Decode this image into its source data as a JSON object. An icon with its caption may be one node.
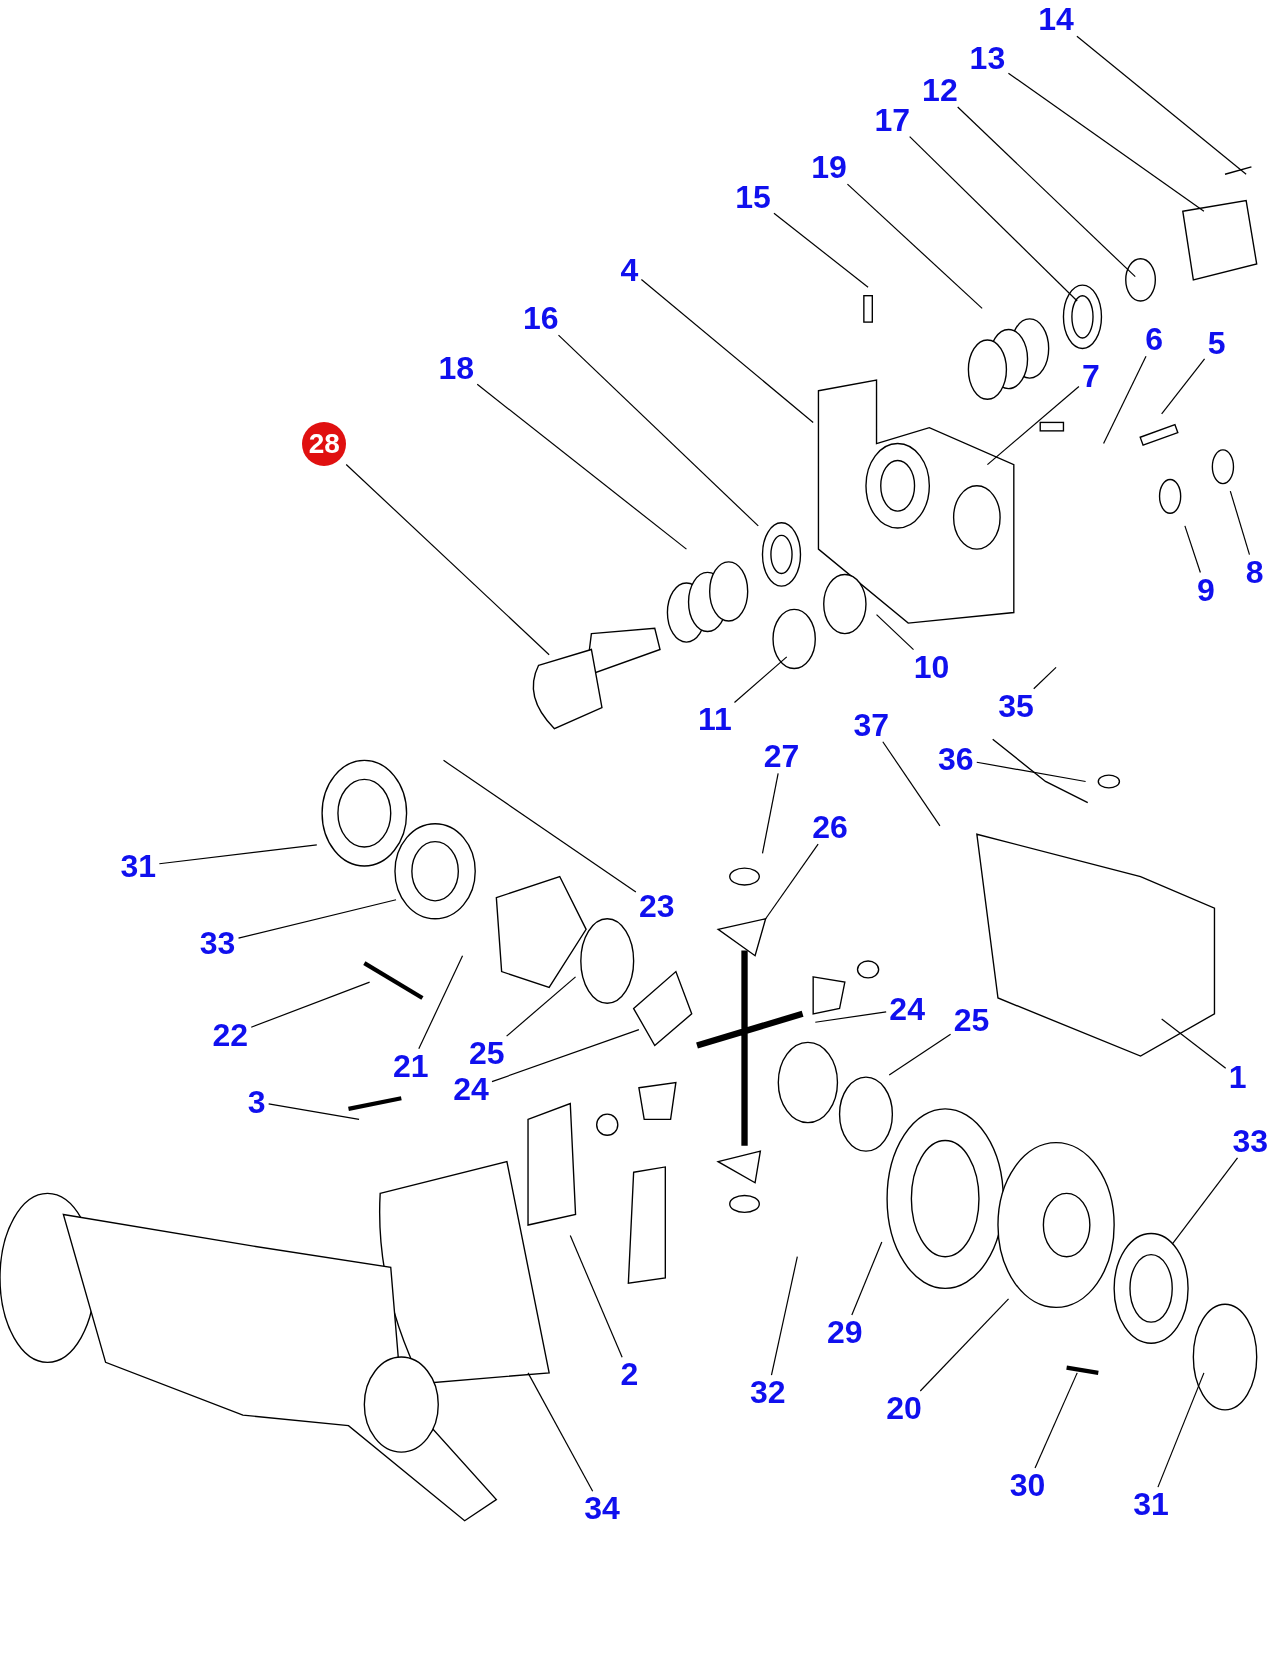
{
  "diagram": {
    "nodes": [
      {
        "text": [
          "14"
        ]
      },
      {
        "text": [
          "13"
        ]
      },
      {
        "text": [
          "12"
        ]
      },
      {
        "text": [
          "17"
        ]
      },
      {
        "text": [
          "19"
        ]
      },
      {
        "text": [
          "15"
        ]
      },
      {
        "text": [
          "4"
        ]
      },
      {
        "text": [
          "16"
        ]
      },
      {
        "text": [
          "6"
        ]
      },
      {
        "text": [
          "5"
        ]
      },
      {
        "text": [
          "18"
        ]
      },
      {
        "text": [
          "7"
        ]
      },
      {
        "text": [
          "28"
        ]
      },
      {
        "text": [
          "9"
        ]
      },
      {
        "text": [
          "8"
        ]
      },
      {
        "text": [
          "10"
        ]
      },
      {
        "text": [
          "11"
        ]
      },
      {
        "text": [
          "35"
        ]
      },
      {
        "text": [
          "37"
        ]
      },
      {
        "text": [
          "27"
        ]
      },
      {
        "text": [
          "36"
        ]
      },
      {
        "text": [
          "31"
        ]
      },
      {
        "text": [
          "26"
        ]
      },
      {
        "text": [
          "33"
        ]
      },
      {
        "text": [
          "23"
        ]
      },
      {
        "text": [
          "24"
        ]
      },
      {
        "text": [
          "25"
        ]
      },
      {
        "text": [
          "22"
        ]
      },
      {
        "text": [
          "21"
        ]
      },
      {
        "text": [
          "25"
        ]
      },
      {
        "text": [
          "1"
        ]
      },
      {
        "text": [
          "24"
        ]
      },
      {
        "text": [
          "3"
        ]
      },
      {
        "text": [
          "33"
        ]
      },
      {
        "text": [
          "29"
        ]
      },
      {
        "text": [
          "2"
        ]
      },
      {
        "text": [
          "32"
        ]
      },
      {
        "text": [
          "20"
        ]
      },
      {
        "text": [
          "30"
        ]
      },
      {
        "text": [
          "31"
        ]
      },
      {
        "text": [
          "34"
        ]
      }
    ],
    "edges": [
      {
        "from": 0,
        "to": null,
        "arrow": "none"
      },
      {
        "from": 1,
        "to": null,
        "arrow": "none"
      },
      {
        "from": 2,
        "to": null,
        "arrow": "none"
      },
      {
        "from": 3,
        "to": null,
        "arrow": "none"
      },
      {
        "from": 4,
        "to": null,
        "arrow": "none"
      },
      {
        "from": 5,
        "to": null,
        "arrow": "none"
      },
      {
        "from": 6,
        "to": null,
        "arrow": "none"
      },
      {
        "from": 7,
        "to": null,
        "arrow": "none"
      },
      {
        "from": 8,
        "to": null,
        "arrow": "none"
      },
      {
        "from": 9,
        "to": null,
        "arrow": "none"
      },
      {
        "from": 10,
        "to": null,
        "arrow": "none"
      },
      {
        "from": 11,
        "to": null,
        "arrow": "none"
      },
      {
        "from": 12,
        "to": null,
        "arrow": "none"
      },
      {
        "from": 13,
        "to": null,
        "arrow": "none"
      },
      {
        "from": 14,
        "to": null,
        "arrow": "none"
      },
      {
        "from": 15,
        "to": null,
        "arrow": "none"
      },
      {
        "from": 16,
        "to": null,
        "arrow": "none"
      },
      {
        "from": 17,
        "to": null,
        "arrow": "none"
      },
      {
        "from": 18,
        "to": null,
        "arrow": "none"
      },
      {
        "from": 19,
        "to": null,
        "arrow": "none"
      },
      {
        "from": 20,
        "to": null,
        "arrow": "none"
      },
      {
        "from": 21,
        "to": null,
        "arrow": "none"
      },
      {
        "from": 22,
        "to": null,
        "arrow": "none"
      },
      {
        "from": 23,
        "to": null,
        "arrow": "none"
      },
      {
        "from": 24,
        "to": null,
        "arrow": "none"
      },
      {
        "from": 25,
        "to": null,
        "arrow": "none"
      },
      {
        "from": 26,
        "to": null,
        "arrow": "none"
      },
      {
        "from": 27,
        "to": null,
        "arrow": "none"
      },
      {
        "from": 28,
        "to": null,
        "arrow": "none"
      },
      {
        "from": 29,
        "to": null,
        "arrow": "none"
      },
      {
        "from": 30,
        "to": null,
        "arrow": "none"
      },
      {
        "from": 31,
        "to": null,
        "arrow": "none"
      },
      {
        "from": 32,
        "to": null,
        "arrow": "none"
      },
      {
        "from": 33,
        "to": null,
        "arrow": "none"
      },
      {
        "from": 34,
        "to": null,
        "arrow": "none"
      },
      {
        "from": 35,
        "to": null,
        "arrow": "none"
      },
      {
        "from": 36,
        "to": null,
        "arrow": "none"
      },
      {
        "from": 37,
        "to": null,
        "arrow": "none"
      },
      {
        "from": 38,
        "to": null,
        "arrow": "none"
      },
      {
        "from": 39,
        "to": null,
        "arrow": "none"
      },
      {
        "from": 40,
        "to": null,
        "arrow": "none"
      }
    ]
  }
}
